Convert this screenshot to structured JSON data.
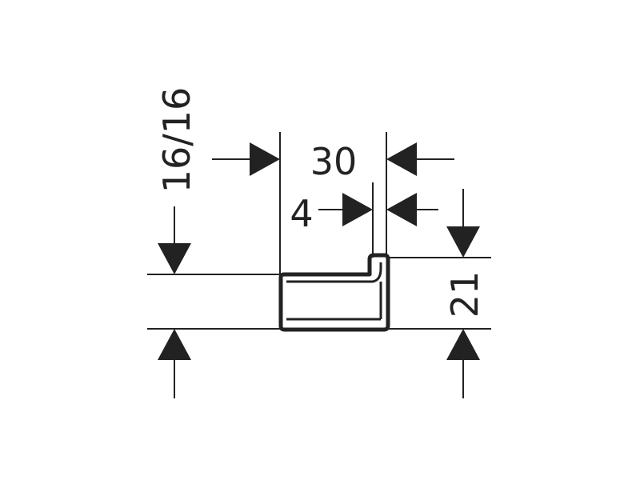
{
  "dimensions": {
    "total_width": "30",
    "lip_width": "4",
    "height": "21",
    "mount_height": "16/16"
  },
  "colors": {
    "line": "#222222",
    "background": "#ffffff"
  }
}
